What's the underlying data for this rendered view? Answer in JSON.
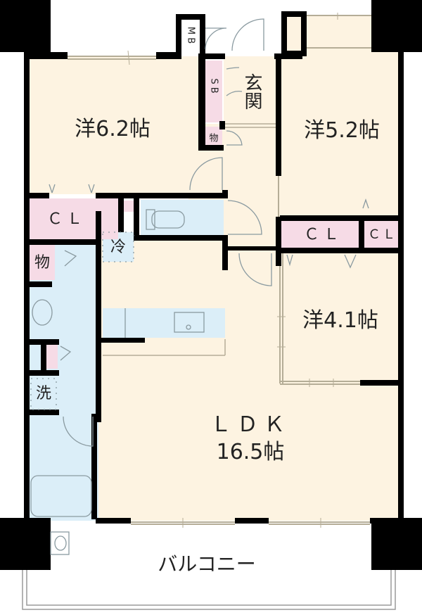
{
  "floorplan": {
    "colors": {
      "room_fill": "#fdf3e1",
      "wet_fill": "#dbeef8",
      "storage_fill": "#f6dbe6",
      "wall": "#000000",
      "fixture_line": "#8a9aa0",
      "window_line": "#b5ad97"
    },
    "rooms": [
      {
        "id": "western-1",
        "label": "洋6.2帖"
      },
      {
        "id": "western-2",
        "label": "洋5.2帖"
      },
      {
        "id": "western-3",
        "label": "洋4.1帖"
      },
      {
        "id": "ldk",
        "label": "ＬＤＫ",
        "area": "16.5帖"
      },
      {
        "id": "entrance",
        "label": "玄関"
      },
      {
        "id": "balcony",
        "label": "バルコニー"
      }
    ],
    "storage": [
      {
        "id": "mb",
        "label": "M B"
      },
      {
        "id": "sb",
        "label": "S B"
      },
      {
        "id": "mono-entrance",
        "label": "物"
      },
      {
        "id": "cl-left",
        "label": "ＣＬ"
      },
      {
        "id": "cl-right-1",
        "label": "ＣＬ"
      },
      {
        "id": "cl-right-2",
        "label": "ＣＬ"
      },
      {
        "id": "mono-wash",
        "label": "物"
      }
    ],
    "fixtures": [
      {
        "id": "fridge",
        "label": "冷"
      },
      {
        "id": "washer",
        "label": "洗"
      }
    ]
  }
}
